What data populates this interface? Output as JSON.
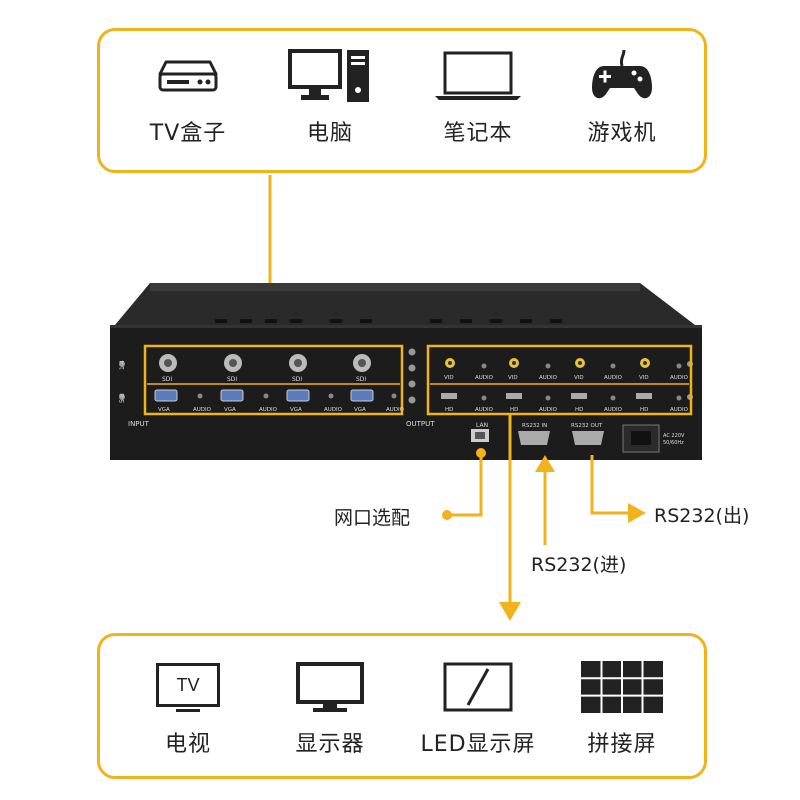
{
  "sources": {
    "items": [
      {
        "label": "TV盒子",
        "icon": "tv-box-icon"
      },
      {
        "label": "电脑",
        "icon": "desktop-computer-icon"
      },
      {
        "label": "笔记本",
        "icon": "laptop-icon"
      },
      {
        "label": "游戏机",
        "icon": "gamepad-icon"
      }
    ]
  },
  "displays": {
    "items": [
      {
        "label": "电视",
        "icon": "tv-icon",
        "icon_text": "TV"
      },
      {
        "label": "显示器",
        "icon": "monitor-icon"
      },
      {
        "label": "LED显示屏",
        "icon": "led-screen-icon"
      },
      {
        "label": "拼接屏",
        "icon": "video-wall-icon"
      }
    ]
  },
  "device": {
    "input_label": "INPUT",
    "output_label": "OUTPUT",
    "row1_ports": [
      "SDI",
      "SDI",
      "SDI",
      "SDI"
    ],
    "row2_ports": [
      "VGA",
      "AUDIO",
      "VGA",
      "AUDIO",
      "VGA",
      "AUDIO",
      "VGA",
      "AUDIO"
    ],
    "out_row1": [
      "VID",
      "AUDIO",
      "VID",
      "AUDIO",
      "VID",
      "AUDIO",
      "VID",
      "AUDIO"
    ],
    "out_row2": [
      "HD",
      "AUDIO",
      "HD",
      "AUDIO",
      "HD",
      "AUDIO",
      "HD",
      "AUDIO"
    ],
    "lan_label": "LAN",
    "rs232_in_label": "RS232 IN",
    "rs232_out_label": "RS232 OUT",
    "power_label_1": "AC 220V",
    "power_label_2": "50/60Hz",
    "slot_left_1": "1-4",
    "slot_left_2": "5-8"
  },
  "callouts": {
    "lan": "网口选配",
    "rs232_in": "RS232(进)",
    "rs232_out": "RS232(出)"
  },
  "colors": {
    "accent": "#f2b21c",
    "device_body": "#1c1c1c",
    "text": "#222222"
  }
}
